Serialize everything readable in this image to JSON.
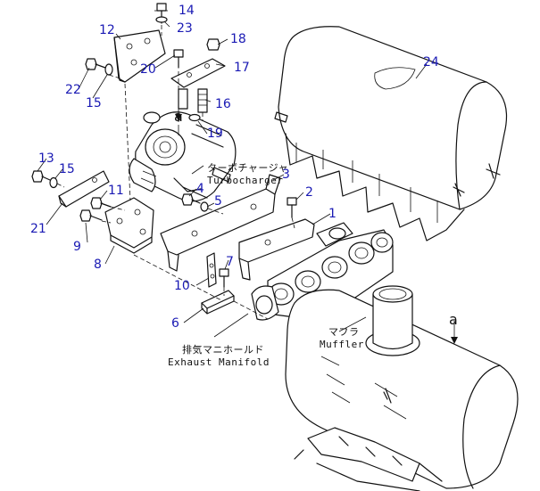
{
  "labels": {
    "turbocharger_jp": "ターボチャージャ",
    "turbocharger_en": "Turbocharger",
    "muffler_jp": "マフラ",
    "muffler_en": "Muffler",
    "exhaust_manifold_jp": "排気マニホールド",
    "exhaust_manifold_en": "Exhaust Manifold",
    "ref_a_top": "a",
    "ref_a_muffler": "a"
  },
  "callouts": {
    "c1": "1",
    "c2": "2",
    "c3": "3",
    "c4": "4",
    "c5": "5",
    "c6": "6",
    "c7": "7",
    "c8": "8",
    "c9": "9",
    "c10": "10",
    "c11": "11",
    "c12": "12",
    "c13": "13",
    "c14": "14",
    "c15a": "15",
    "c15b": "15",
    "c16": "16",
    "c17": "17",
    "c18": "18",
    "c19": "19",
    "c20": "20",
    "c21": "21",
    "c22": "22",
    "c23": "23",
    "c24": "24"
  },
  "colors": {
    "callout": "#1a1ab4",
    "line": "#111111"
  }
}
